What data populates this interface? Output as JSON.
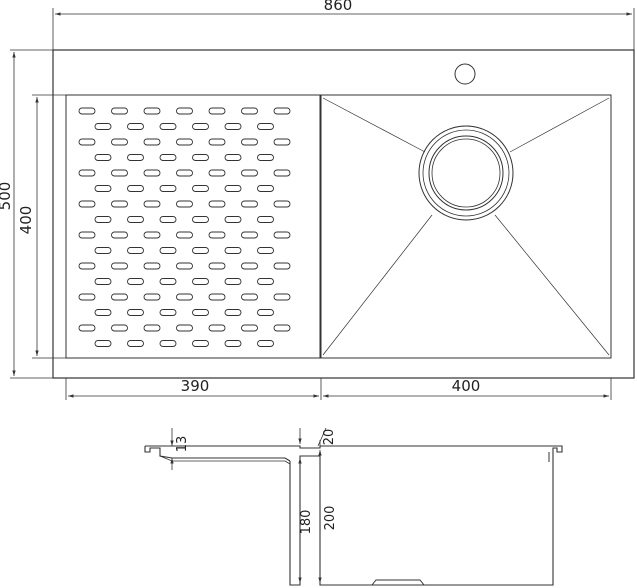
{
  "plan_view": {
    "overall_width": "860",
    "overall_depth": "500",
    "bowl_depth_inner": "400",
    "drainboard_width": "390",
    "bowl_width": "400"
  },
  "section_view": {
    "deck_thickness": "13",
    "rim_height": "20",
    "drainboard_depth": "180",
    "bowl_height": "200"
  },
  "colors": {
    "line": "#333333",
    "background": "#ffffff"
  }
}
